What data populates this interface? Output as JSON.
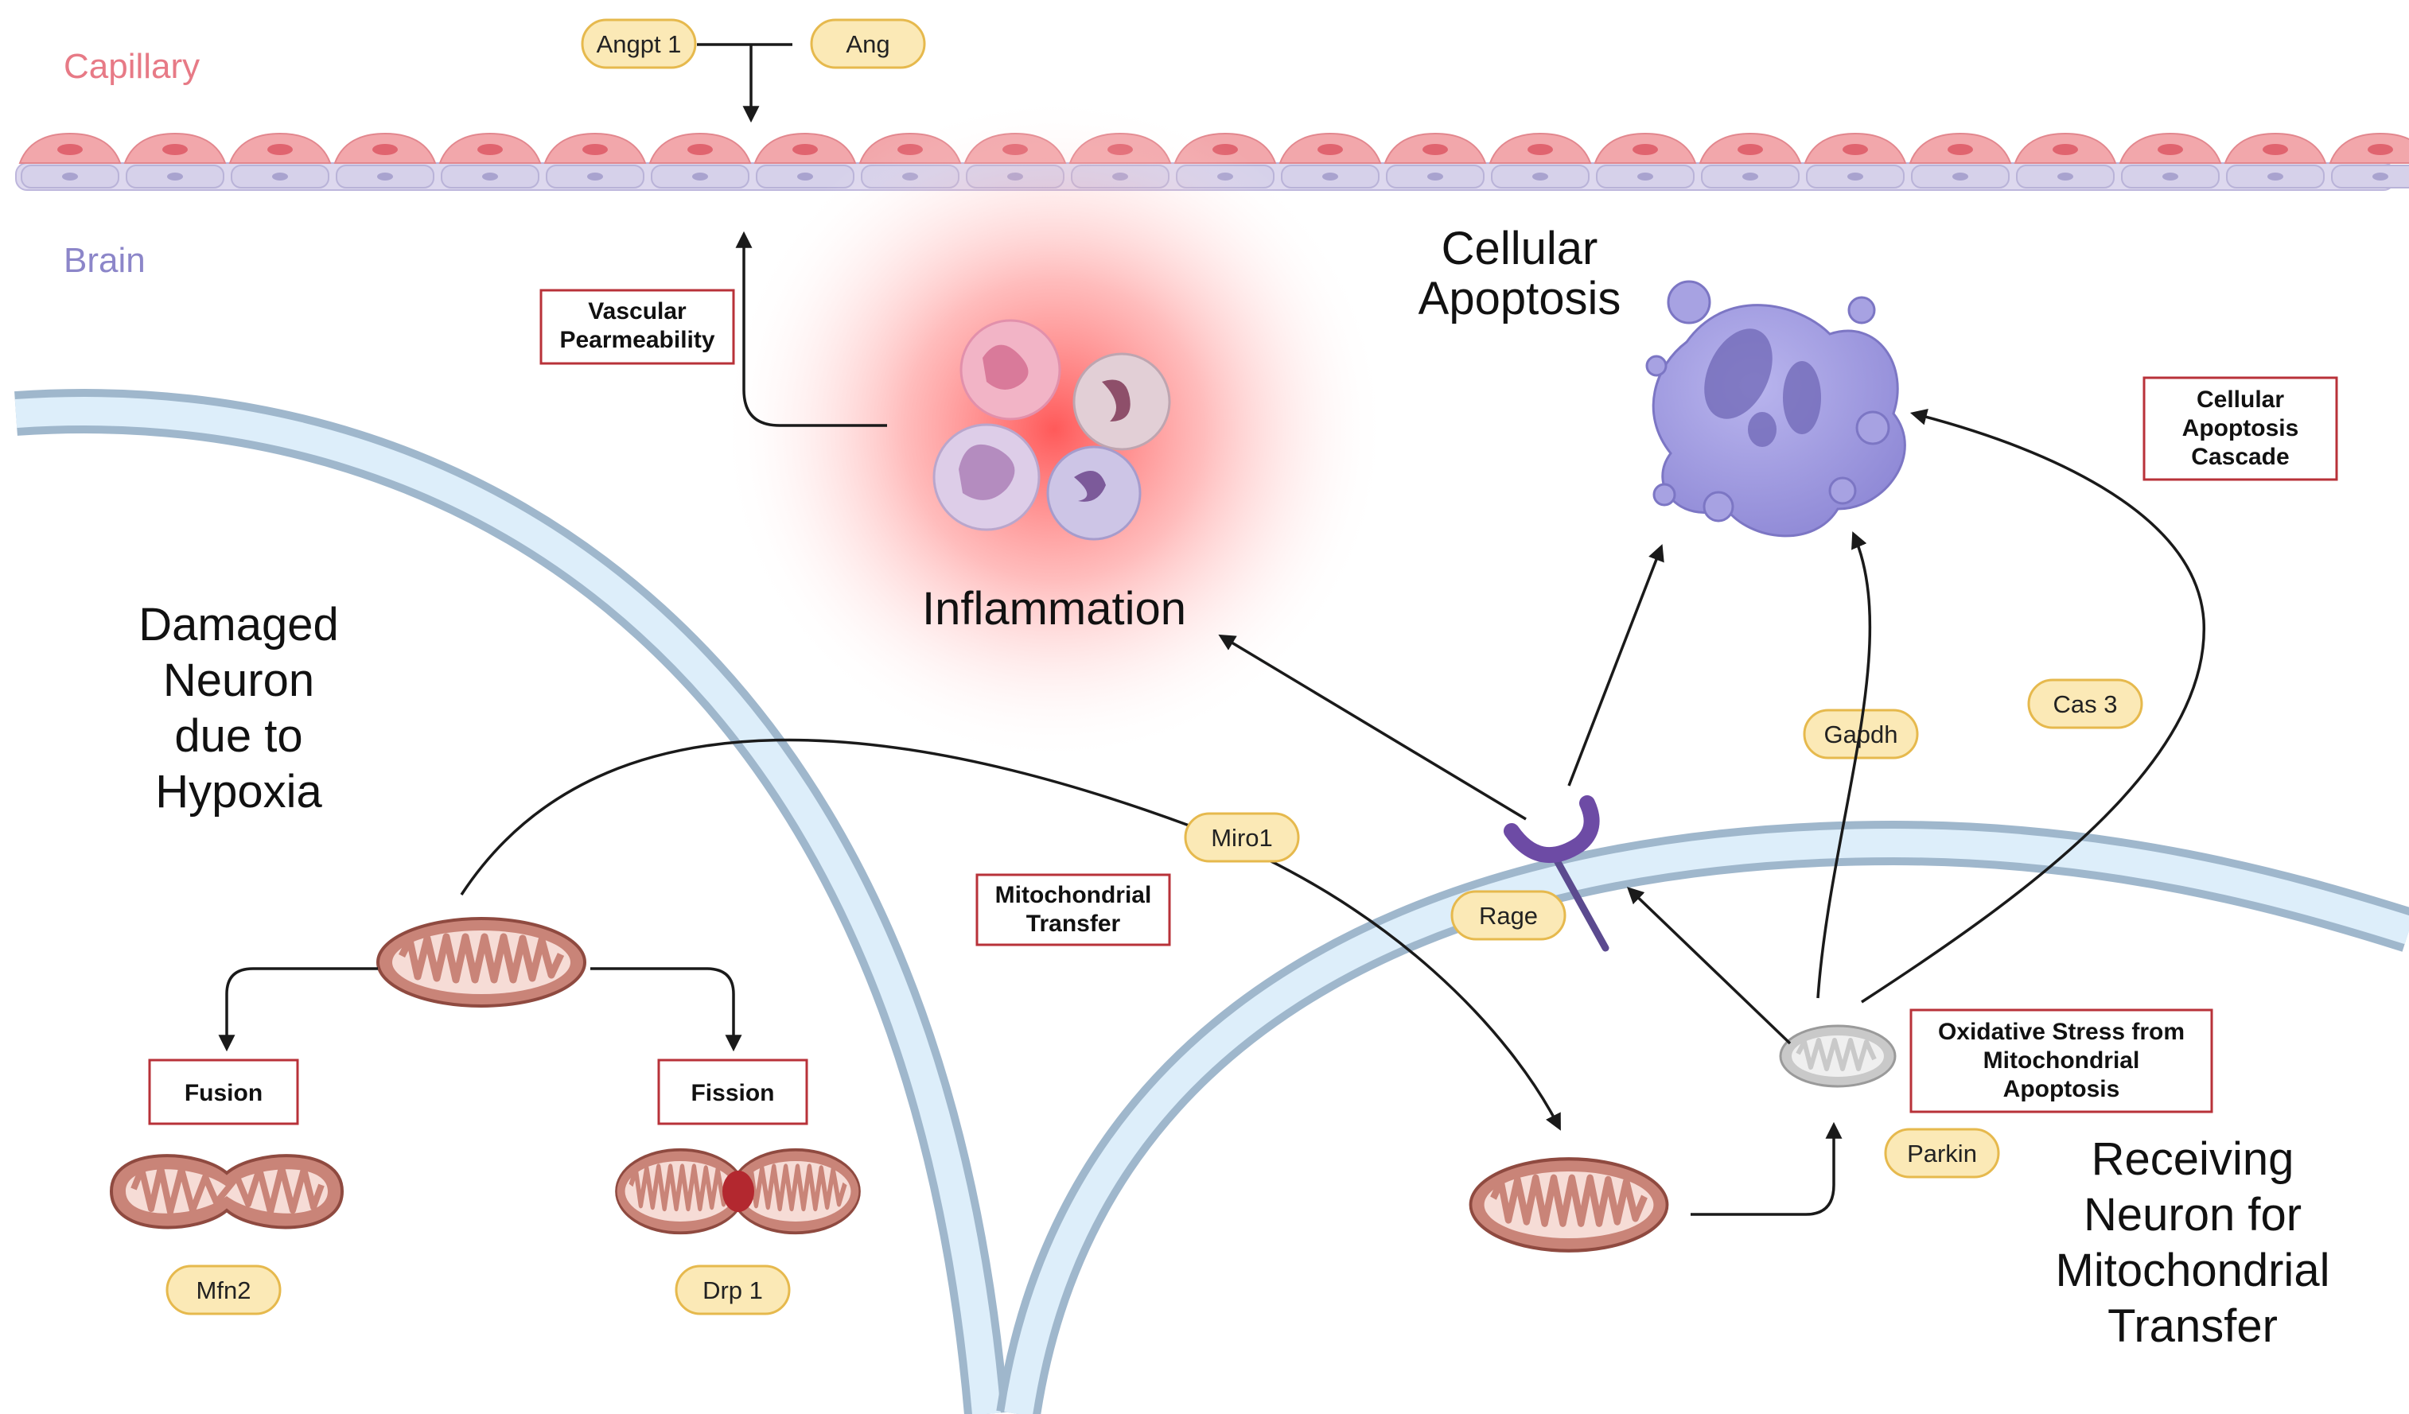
{
  "regions": {
    "capillary": "Capillary",
    "brain": "Brain"
  },
  "labels": {
    "inflammation": "Inflammation",
    "apoptosis": [
      "Cellular",
      "Apoptosis"
    ],
    "damaged_neuron": [
      "Damaged",
      "Neuron",
      "due to",
      "Hypoxia"
    ],
    "receiving_neuron": [
      "Receiving",
      "Neuron for",
      "Mitochondrial",
      "Transfer"
    ]
  },
  "pills": {
    "angpt1": "Angpt 1",
    "ang": "Ang",
    "miro1": "Miro1",
    "rage": "Rage",
    "gapdh": "Gapdh",
    "cas3": "Cas 3",
    "parkin": "Parkin",
    "mfn2": "Mfn2",
    "drp1": "Drp 1"
  },
  "boxes": {
    "vascular": [
      "Vascular",
      "Pearmeability"
    ],
    "apoptosis_cascade": [
      "Cellular",
      "Apoptosis",
      "Cascade"
    ],
    "mito_transfer": [
      "Mitochondrial",
      "Transfer"
    ],
    "oxidative": [
      "Oxidative Stress from",
      "Mitochondrial",
      "Apoptosis"
    ],
    "fusion": "Fusion",
    "fission": "Fission"
  },
  "colors": {
    "capillary_cell": "#f2a7ab",
    "brain_cell": "#d6d1ea",
    "membrane": "#9fb7cc",
    "membrane_inner": "#ddeefa",
    "mitochondria": "#c98478",
    "inflammation_glow": "#ff4d4d",
    "apoptotic_cell": "#9b96dc",
    "box_border": "#b83239",
    "pill_fill": "#fbe9b6"
  }
}
